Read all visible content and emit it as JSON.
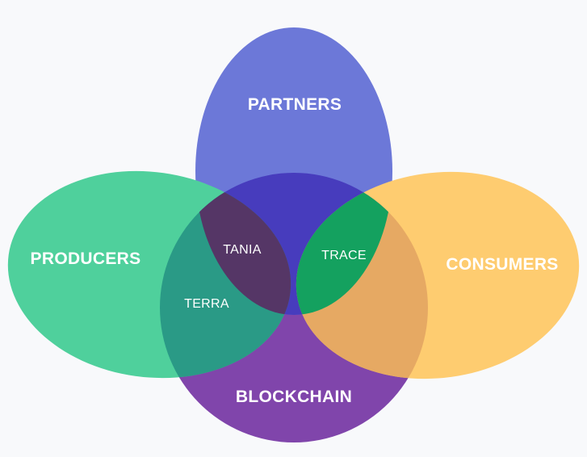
{
  "diagram": {
    "colors": {
      "background": "#f8f9fb",
      "partners": "#6c78d8",
      "producers": "#4fd09c",
      "consumers": "#fecc70",
      "blockchain": "#8045ab",
      "partners_blockchain": "#473cbd",
      "producers_blockchain": "#2a9a86",
      "consumers_blockchain": "#e6a963",
      "tania": "#553666",
      "trace": "#14a15f"
    },
    "sets": {
      "partners": "PARTNERS",
      "producers": "PRODUCERS",
      "consumers": "CONSUMERS",
      "blockchain": "BLOCKCHAIN"
    },
    "intersections": {
      "tania": "TANIA",
      "trace": "TRACE",
      "terra": "TERRA"
    }
  }
}
